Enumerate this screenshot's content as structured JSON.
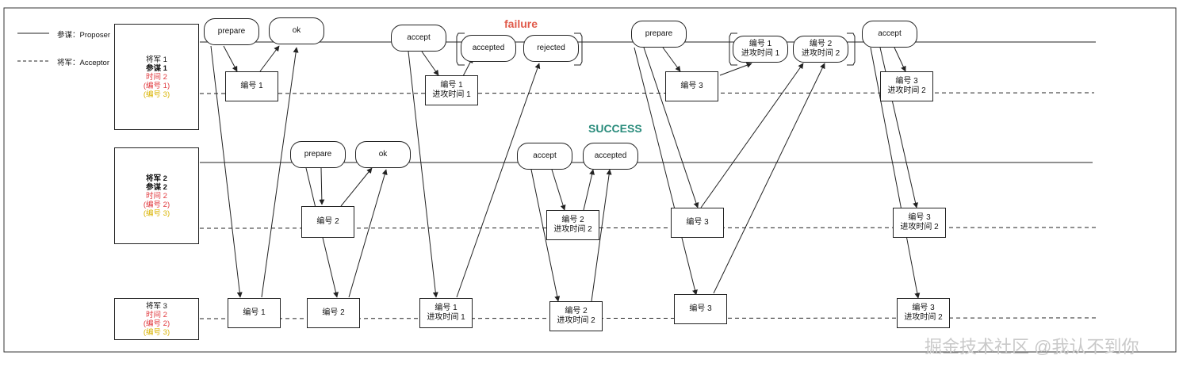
{
  "legend": {
    "proposer": "参谋：Proposer",
    "acceptor": "将军：Acceptor"
  },
  "labels": {
    "failure": "failure",
    "success": "SUCCESS",
    "watermark": "掘金技术社区 @我认不到你"
  },
  "generals": [
    {
      "lines": [
        {
          "text": "将军 1",
          "style": "black"
        },
        {
          "text": "参谋 1",
          "style": "bold"
        },
        {
          "text": "时间 2",
          "style": "red"
        },
        {
          "text": "(编号 1)",
          "style": "red"
        },
        {
          "text": "(编号 3)",
          "style": "yellow"
        }
      ]
    },
    {
      "lines": [
        {
          "text": "将军 2",
          "style": "bold"
        },
        {
          "text": "参谋 2",
          "style": "bold"
        },
        {
          "text": "时间 2",
          "style": "red"
        },
        {
          "text": "(编号 2)",
          "style": "red"
        },
        {
          "text": "(编号 3)",
          "style": "yellow"
        }
      ]
    },
    {
      "lines": [
        {
          "text": "将军 3",
          "style": "black"
        },
        {
          "text": "时间 2",
          "style": "red"
        },
        {
          "text": "(编号 2)",
          "style": "red"
        },
        {
          "text": "(编号 3)",
          "style": "yellow"
        }
      ]
    }
  ],
  "messages": {
    "prepare1": "prepare",
    "ok1": "ok",
    "accept1": "accept",
    "accepted1": "accepted",
    "rejected1": "rejected",
    "prepare3": "prepare",
    "accept3": "accept",
    "prepare2": "prepare",
    "ok2": "ok",
    "accept2": "accept",
    "accepted2": "accepted",
    "p1_reply_a": "编号 1\n进攻时间 1",
    "p1_reply_b": "编号 2\n进攻时间 2"
  },
  "boxes": {
    "r1_n1": "编号 1",
    "r1_n1t1": "编号 1\n进攻时间 1",
    "r1_n3": "编号 3",
    "r1_n3t2": "编号 3\n进攻时间 2",
    "r2_n2": "编号 2",
    "r2_n2t2": "编号 2\n进攻时间 2",
    "r2_n3": "编号 3",
    "r2_n3t2": "编号 3\n进攻时间 2",
    "r3_n1": "编号 1",
    "r3_n2": "编号 2",
    "r3_n1t1": "编号 1\n进攻时间 1",
    "r3_n2t2": "编号 2\n进攻时间 2",
    "r3_n3": "编号 3",
    "r3_n3t2": "编号 3\n进攻时间 2"
  }
}
